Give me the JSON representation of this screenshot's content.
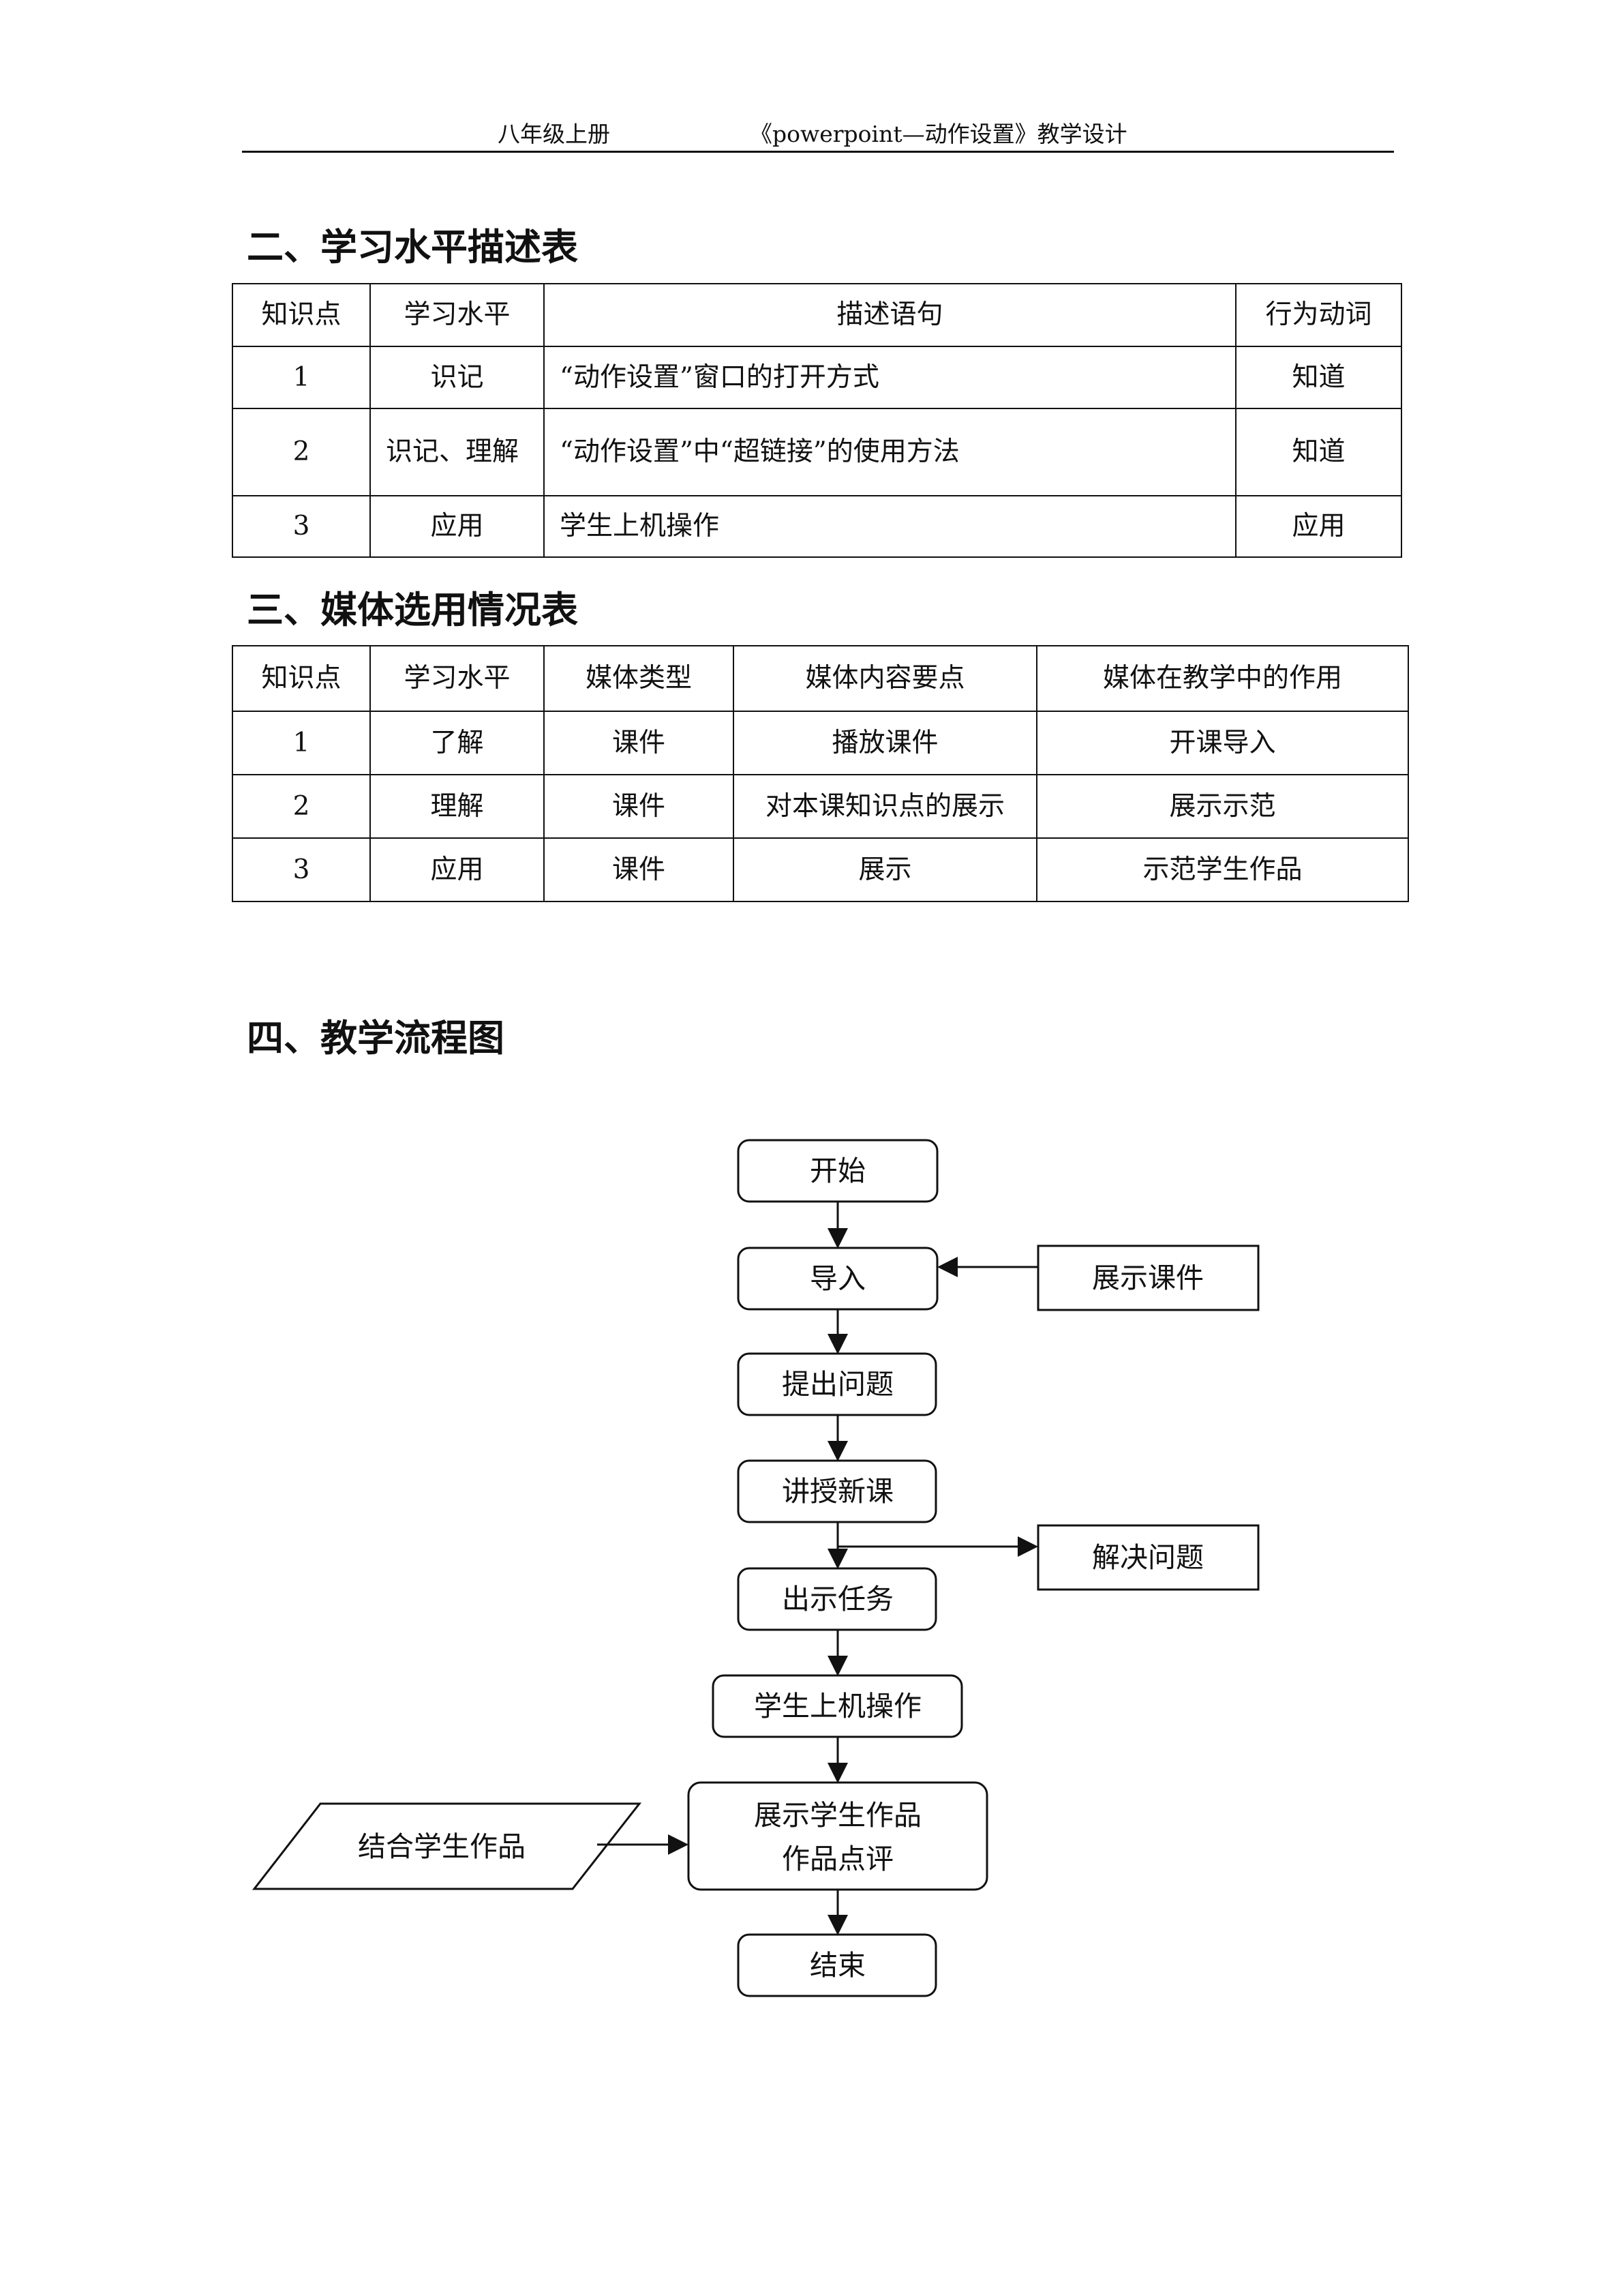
{
  "header": {
    "left": "八年级上册",
    "right": "《powerpoint—动作设置》教学设计"
  },
  "section2": {
    "title": "二、学习水平描述表",
    "columns": [
      "知识点",
      "学习水平",
      "描述语句",
      "行为动词"
    ],
    "rows": [
      [
        "1",
        "识记",
        "“动作设置”窗口的打开方式",
        "知道"
      ],
      [
        "2",
        "识记、理解",
        "“动作设置”中“超链接”的使用方法",
        "知道"
      ],
      [
        "3",
        "应用",
        "学生上机操作",
        "应用"
      ]
    ]
  },
  "section3": {
    "title": "三、媒体选用情况表",
    "columns": [
      "知识点",
      "学习水平",
      "媒体类型",
      "媒体内容要点",
      "媒体在教学中的作用"
    ],
    "rows": [
      [
        "1",
        "了解",
        "课件",
        "播放课件",
        "开课导入"
      ],
      [
        "2",
        "理解",
        "课件",
        "对本课知识点的展示",
        "展示示范"
      ],
      [
        "3",
        "应用",
        "课件",
        "展示",
        "示范学生作品"
      ]
    ]
  },
  "section4": {
    "title": "四、教学流程图",
    "flow": {
      "start": "开始",
      "intro": "导入",
      "show_courseware": "展示课件",
      "ask": "提出问题",
      "teach": "讲授新课",
      "solve": "解决问题",
      "task": "出示任务",
      "practice": "学生上机操作",
      "show_works_1": "展示学生作品",
      "show_works_2": "作品点评",
      "combine": "结合学生作品",
      "end": "结束"
    }
  }
}
